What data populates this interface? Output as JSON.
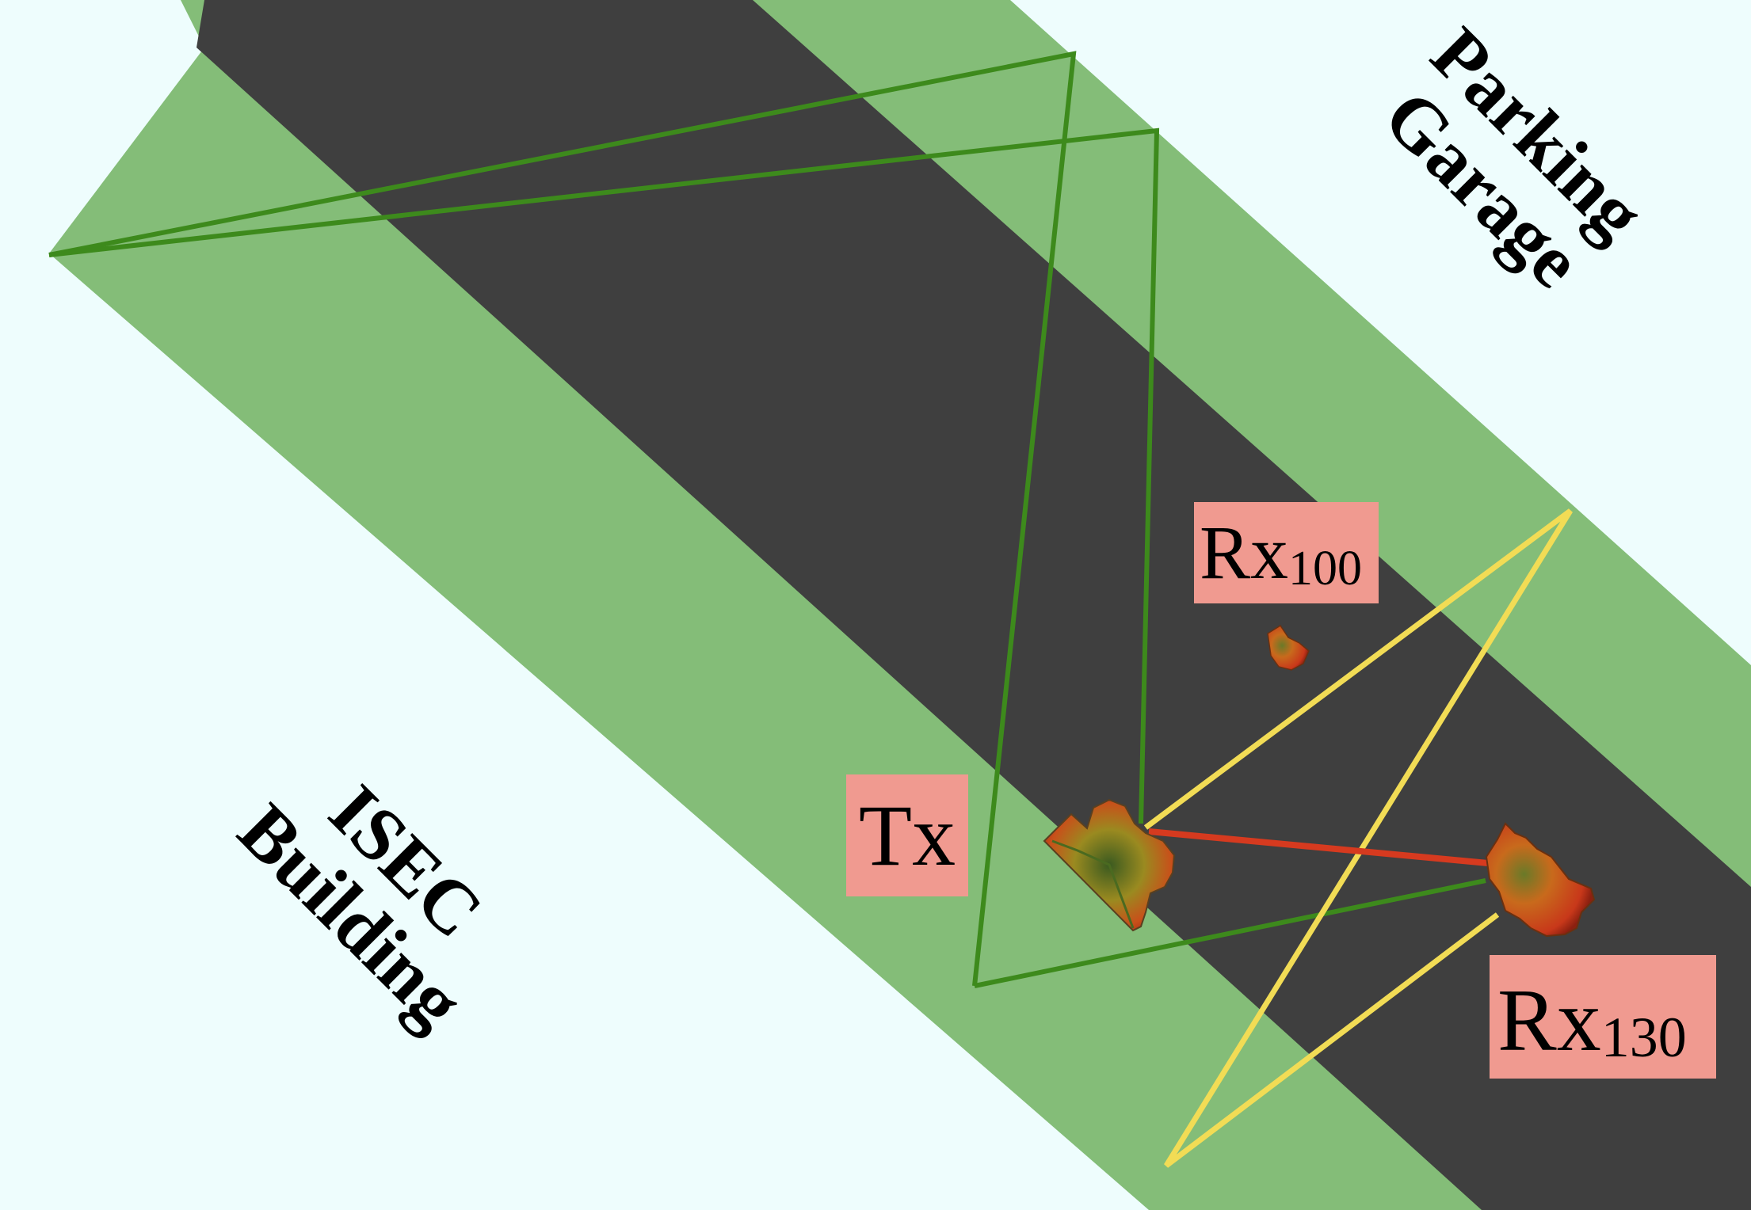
{
  "buildings": {
    "parking_line1": "Parking",
    "parking_line2": "Garage",
    "isec_line1": "ISEC",
    "isec_line2": "Building"
  },
  "labels": {
    "tx": "Tx",
    "rx100_main": "Rx",
    "rx100_sub": "100",
    "rx130_main": "Rx",
    "rx130_sub": "130"
  },
  "colors": {
    "background": "#eefdfd",
    "sidewalk": "#84bd78",
    "road": "#3f3f3f",
    "los_path": "#d63a1f",
    "reflected_path_green": "#3d8a1c",
    "reflected_path_yellow": "#f2dc55",
    "label_box": "#f09a90"
  }
}
